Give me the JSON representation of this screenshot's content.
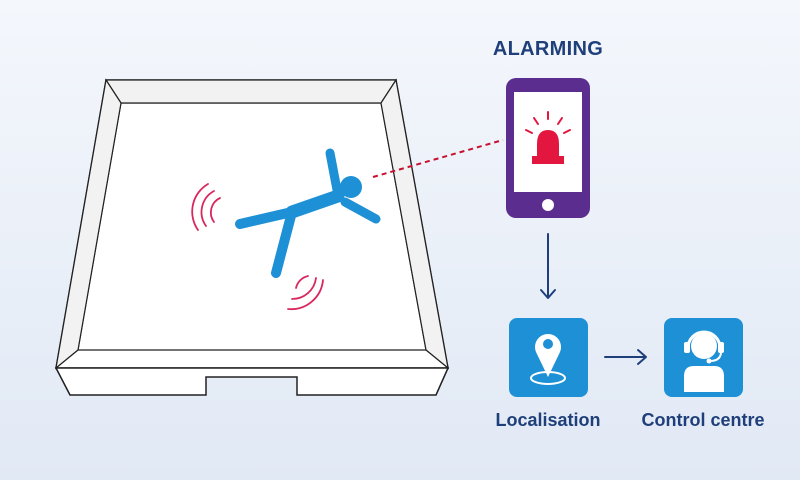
{
  "labels": {
    "alarming": "ALARMING",
    "localisation": "Localisation",
    "control_centre": "Control centre"
  },
  "icons": {
    "room": "room-enclosure",
    "person": "falling-person-icon",
    "phone": "smartphone-icon",
    "alarm": "siren-icon",
    "localisation": "map-pin-icon",
    "control_centre": "headset-operator-icon"
  },
  "colors": {
    "label_text": "#1f3f7a",
    "person": "#1e90d6",
    "vibration": "#d8285e",
    "phone_body": "#5b2d8e",
    "siren": "#e3163f",
    "icon_tile": "#1e90d6",
    "arrow": "#1f3f7a",
    "dashed_link": "#c8102e"
  }
}
